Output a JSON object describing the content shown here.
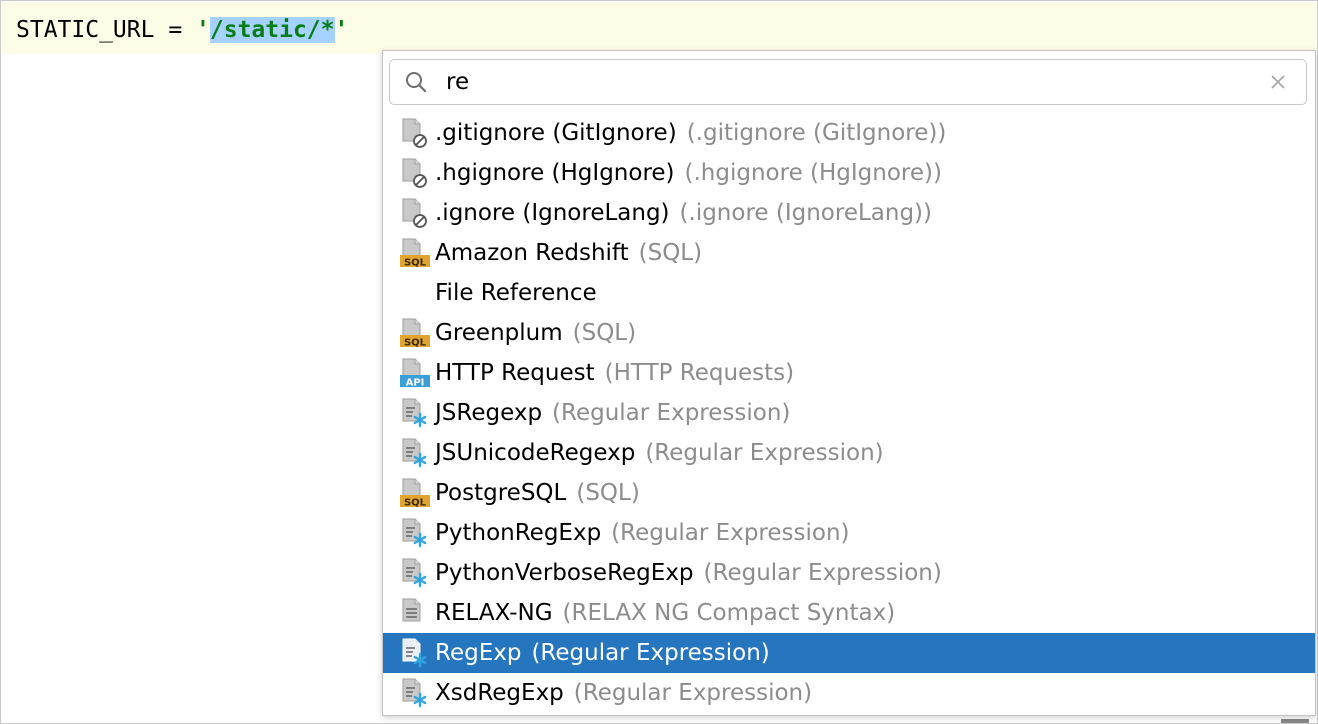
{
  "editor": {
    "code_ident": "STATIC_URL = ",
    "code_quote_open": "'",
    "code_selected": "/static/*",
    "code_quote_close": "'"
  },
  "popup": {
    "search": {
      "value": "re",
      "search_icon": "search-icon",
      "clear_icon": "close-icon"
    },
    "items": [
      {
        "label": ".gitignore (GitIgnore)",
        "detail": "(.gitignore (GitIgnore))",
        "icon": "ignore-file-icon"
      },
      {
        "label": ".hgignore (HgIgnore)",
        "detail": "(.hgignore (HgIgnore))",
        "icon": "ignore-file-icon"
      },
      {
        "label": ".ignore (IgnoreLang)",
        "detail": "(.ignore (IgnoreLang))",
        "icon": "ignore-file-icon"
      },
      {
        "label": "Amazon Redshift",
        "detail": "(SQL)",
        "icon": "sql-file-icon"
      },
      {
        "label": "File Reference",
        "detail": "",
        "icon": ""
      },
      {
        "label": "Greenplum",
        "detail": "(SQL)",
        "icon": "sql-file-icon"
      },
      {
        "label": "HTTP Request",
        "detail": "(HTTP Requests)",
        "icon": "api-file-icon"
      },
      {
        "label": "JSRegexp",
        "detail": "(Regular Expression)",
        "icon": "regexp-file-icon"
      },
      {
        "label": "JSUnicodeRegexp",
        "detail": "(Regular Expression)",
        "icon": "regexp-file-icon"
      },
      {
        "label": "PostgreSQL",
        "detail": "(SQL)",
        "icon": "sql-file-icon"
      },
      {
        "label": "PythonRegExp",
        "detail": "(Regular Expression)",
        "icon": "regexp-file-icon"
      },
      {
        "label": "PythonVerboseRegExp",
        "detail": "(Regular Expression)",
        "icon": "regexp-file-icon"
      },
      {
        "label": "RELAX-NG",
        "detail": "(RELAX NG Compact Syntax)",
        "icon": "text-file-icon"
      },
      {
        "label": "RegExp",
        "detail": "(Regular Expression)",
        "icon": "regexp-file-icon"
      },
      {
        "label": "XsdRegExp",
        "detail": "(Regular Expression)",
        "icon": "regexp-file-icon"
      }
    ],
    "selected_label": "RegExp"
  },
  "colors": {
    "selection": "#2675bf",
    "code_highlight": "#a6d2ff",
    "string_green": "#067d17",
    "sql_badge": "#e0a530",
    "api_badge": "#3a9fd8",
    "regexp_star": "#2fa6e0"
  }
}
